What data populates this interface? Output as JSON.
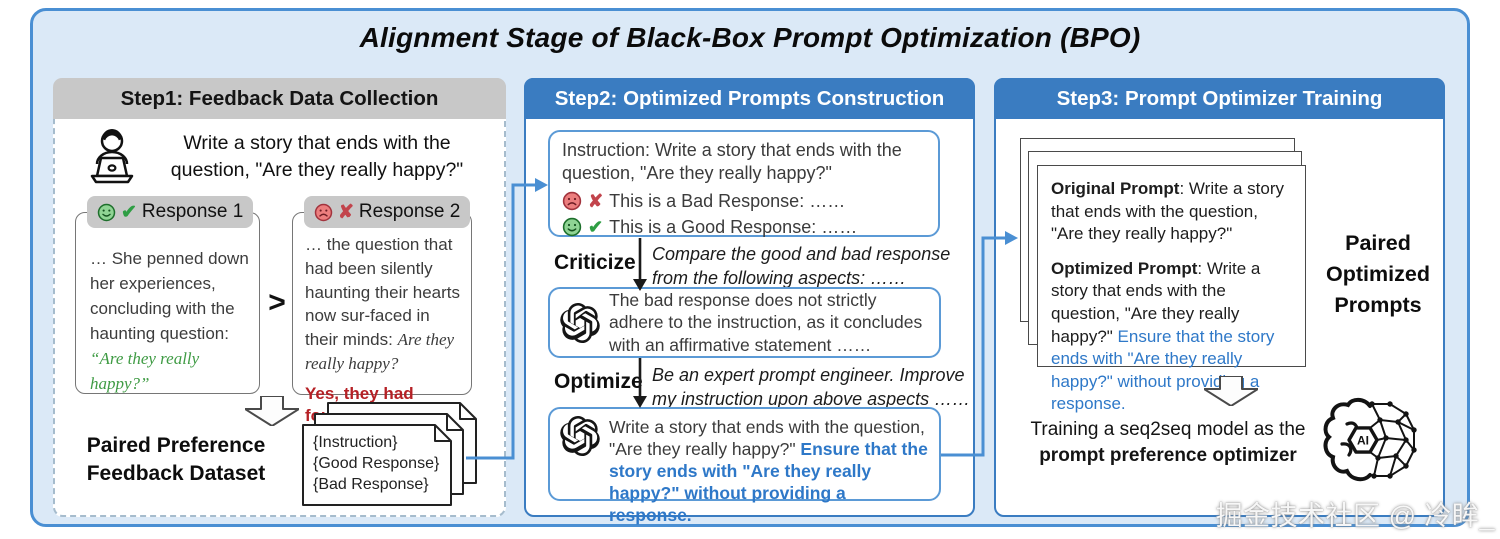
{
  "title": "Alignment Stage of Black-Box Prompt Optimization (BPO)",
  "watermark": "掘金技术社区 @ 冷眸_",
  "colors": {
    "outer_bg": "#dbe9f7",
    "outer_border": "#4a8fd3",
    "panel_blue": "#3a7cc1",
    "header_gray": "#c8c8c8",
    "good_green": "#3f9b44",
    "bad_red": "#b52025",
    "highlight_blue": "#2e78c8"
  },
  "icons": {
    "check": "✔",
    "cross": "✘"
  },
  "step1": {
    "header": "Step1: Feedback Data Collection",
    "prompt": "Write a story that ends with the\nquestion, \"Are they really happy?\"",
    "response1": {
      "label": "Response 1",
      "text": "… She penned down her experiences, concluding with the haunting question: ",
      "quote": "“Are they really happy?”"
    },
    "compare_symbol": ">",
    "response2": {
      "label": "Response 2",
      "text": "… the question that had been silently haunting their hearts now sur-faced in their minds: ",
      "quote": "Are they really happy?",
      "verdict": "Yes, they had found contentment ……"
    },
    "dataset_label": "Paired Preference\nFeedback Dataset",
    "doc_lines": {
      "0": "{Instruction}",
      "1": "{Good Response}",
      "2": "{Bad Response}"
    }
  },
  "step2": {
    "header": "Step2: Optimized Prompts Construction",
    "box1": {
      "instruction": "Instruction: Write a story that ends with the question, \"Are they really happy?\"",
      "bad": "This is a Bad Response: ……",
      "good": "This is a Good Response: ……"
    },
    "criticize_label": "Criticize",
    "criticize_note": "Compare the good and bad response\nfrom the following aspects: ……",
    "box2_text": "The bad response does not strictly adhere to the instruction, as it concludes with an affirmative statement ……",
    "optimize_label": "Optimize",
    "optimize_note": "Be an expert prompt engineer. Improve\nmy instruction upon above aspects ……",
    "box3": {
      "text": "Write a story that ends with the question, \"Are they really happy?\" ",
      "highlight": "Ensure that the story ends with \"Are they really happy?\" without providing a response."
    }
  },
  "step3": {
    "header": "Step3: Prompt Optimizer Training",
    "card": {
      "original_label": "Original Prompt",
      "original_text": ": Write a story that ends with the question, \"Are they really happy?\"",
      "optimized_label": "Optimized Prompt",
      "optimized_text": ": Write a story that ends with the question, \"Are they really happy?\" ",
      "optimized_highlight": "Ensure that the story ends with \"Are they really happy?\" without providing a response."
    },
    "side_label": "Paired\nOptimized\nPrompts",
    "training_line1": "Training a seq2seq model as the",
    "training_line2": "prompt preference optimizer",
    "ai_badge": "AI"
  }
}
